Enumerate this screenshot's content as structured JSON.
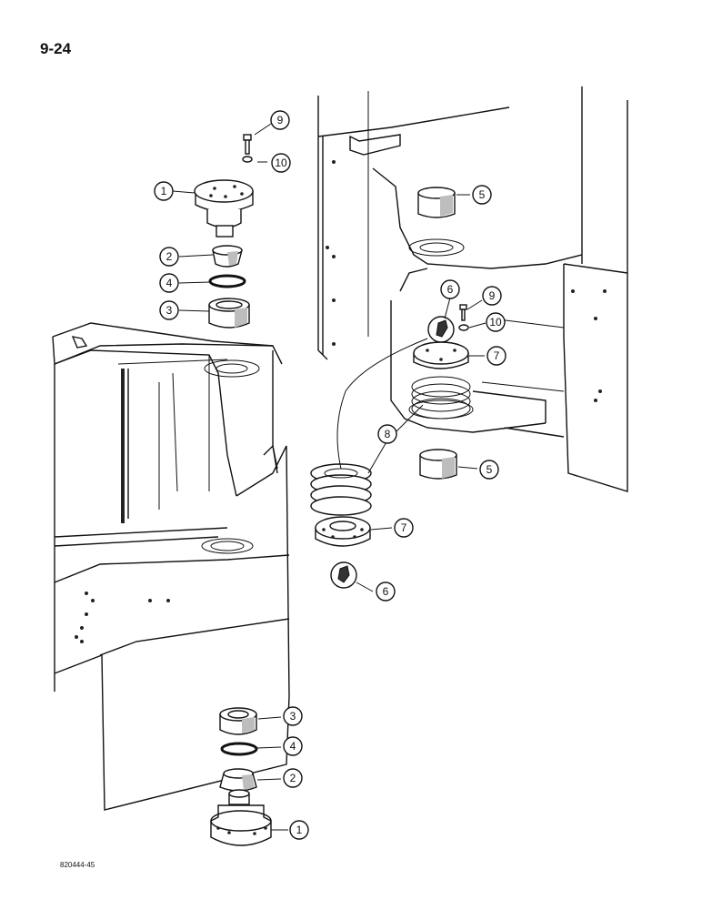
{
  "page": {
    "number": "9-24",
    "drawing_code": "820444-45"
  },
  "callouts": [
    {
      "id": "c9-top",
      "label": "9"
    },
    {
      "id": "c10-top",
      "label": "10"
    },
    {
      "id": "c1-top",
      "label": "1"
    },
    {
      "id": "c2-top",
      "label": "2"
    },
    {
      "id": "c4-top",
      "label": "4"
    },
    {
      "id": "c3-top",
      "label": "3"
    },
    {
      "id": "c5-top",
      "label": "5"
    },
    {
      "id": "c6-top",
      "label": "6"
    },
    {
      "id": "c9-right",
      "label": "9"
    },
    {
      "id": "c10-right",
      "label": "10"
    },
    {
      "id": "c7-top",
      "label": "7"
    },
    {
      "id": "c8",
      "label": "8"
    },
    {
      "id": "c5-bottom",
      "label": "5"
    },
    {
      "id": "c7-bottom",
      "label": "7"
    },
    {
      "id": "c6-bottom",
      "label": "6"
    },
    {
      "id": "c3-bottom",
      "label": "3"
    },
    {
      "id": "c4-bottom",
      "label": "4"
    },
    {
      "id": "c2-bottom",
      "label": "2"
    },
    {
      "id": "c1-bottom",
      "label": "1"
    }
  ]
}
